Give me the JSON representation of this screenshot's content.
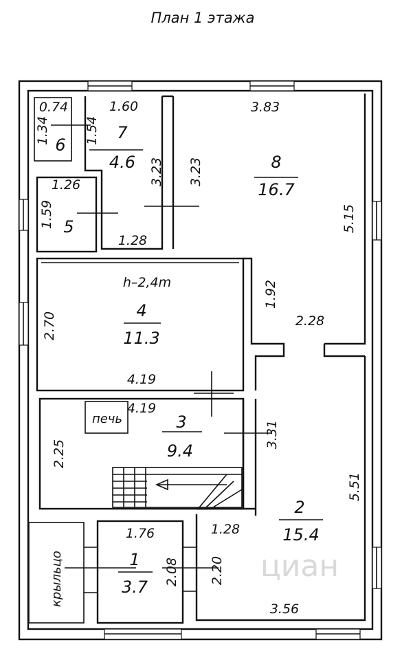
{
  "plan": {
    "title": "План 1 этажа",
    "ceiling_height": "h–2,4m",
    "watermark": "циан",
    "labels": {
      "stove": "печь",
      "porch": "крыльцо"
    },
    "rooms": [
      {
        "number": "1",
        "area": "3.7"
      },
      {
        "number": "2",
        "area": "15.4"
      },
      {
        "number": "3",
        "area": "9.4"
      },
      {
        "number": "4",
        "area": "11.3"
      },
      {
        "number": "5",
        "area": ""
      },
      {
        "number": "6",
        "area": ""
      },
      {
        "number": "7",
        "area": "4.6"
      },
      {
        "number": "8",
        "area": "16.7"
      }
    ],
    "dimensions": {
      "r6_top": "0.74",
      "r6_side": "1.34",
      "r7_top": "1.60",
      "r7_side": "1.54",
      "r7_h_left": "3.23",
      "r7_h_right": "3.23",
      "r5_top": "1.26",
      "r5_side": "1.59",
      "r5_bottom": "1.28",
      "r8_top": "3.83",
      "r8_right": "5.15",
      "r8_mid": "1.92",
      "r8_door": "2.28",
      "r4_side": "2.70",
      "r4_bottom": "4.19",
      "r3_top": "4.19",
      "r3_left": "2.25",
      "r3_right": "3.31",
      "r2_right": "5.51",
      "r2_top": "1.28",
      "r2_bottom": "3.56",
      "r1_top": "1.76",
      "r1_side": "2.08",
      "r1_side2": "2.20"
    }
  }
}
